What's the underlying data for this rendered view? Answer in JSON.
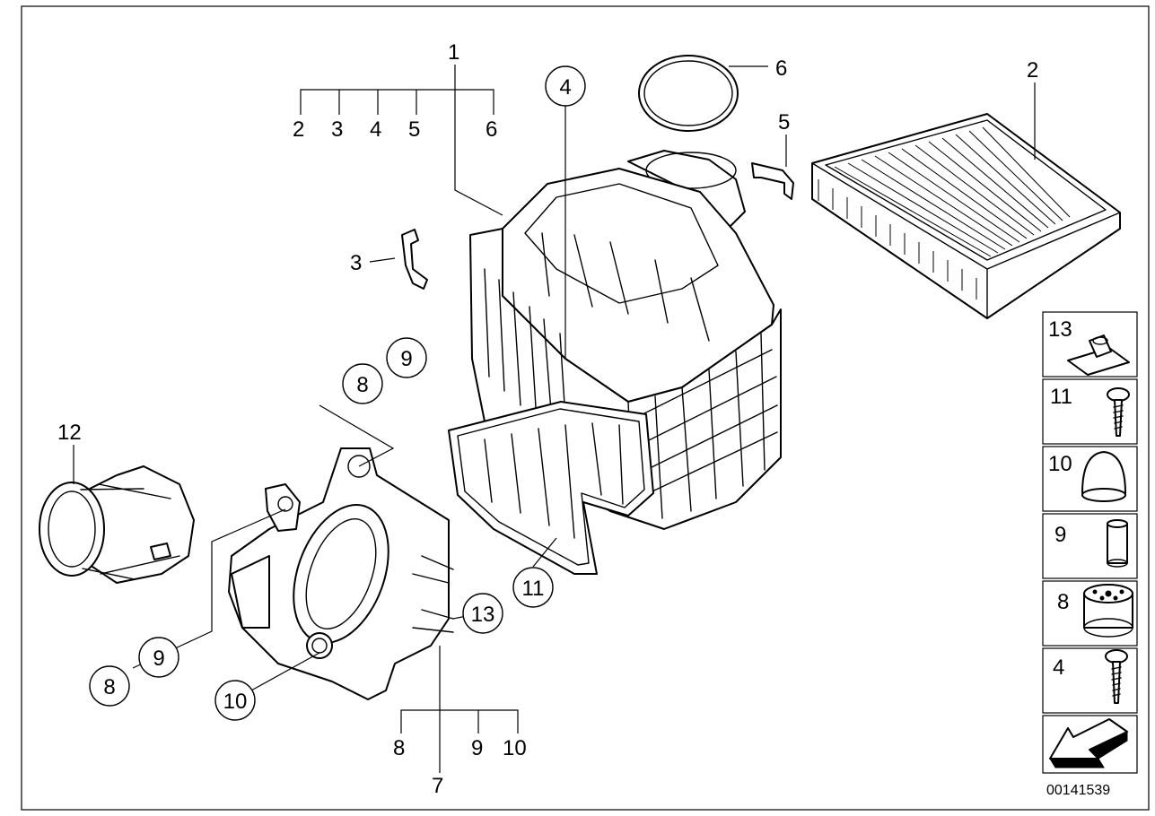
{
  "labels": {
    "p1": "1",
    "p2": "2",
    "p3": "3",
    "p4": "4",
    "p5": "5",
    "p6": "6",
    "p7": "7",
    "p8": "8",
    "p9": "9",
    "p10": "10",
    "p11": "11",
    "p12": "12",
    "p13": "13"
  },
  "side_panel": [
    {
      "label": "13",
      "icon": "clip-nut-icon"
    },
    {
      "label": "11",
      "icon": "screw-icon"
    },
    {
      "label": "10",
      "icon": "rubber-cap-icon"
    },
    {
      "label": "9",
      "icon": "sleeve-icon"
    },
    {
      "label": "8",
      "icon": "rubber-mount-icon"
    },
    {
      "label": "4",
      "icon": "screw-icon"
    }
  ],
  "diagram_code": "00141539"
}
